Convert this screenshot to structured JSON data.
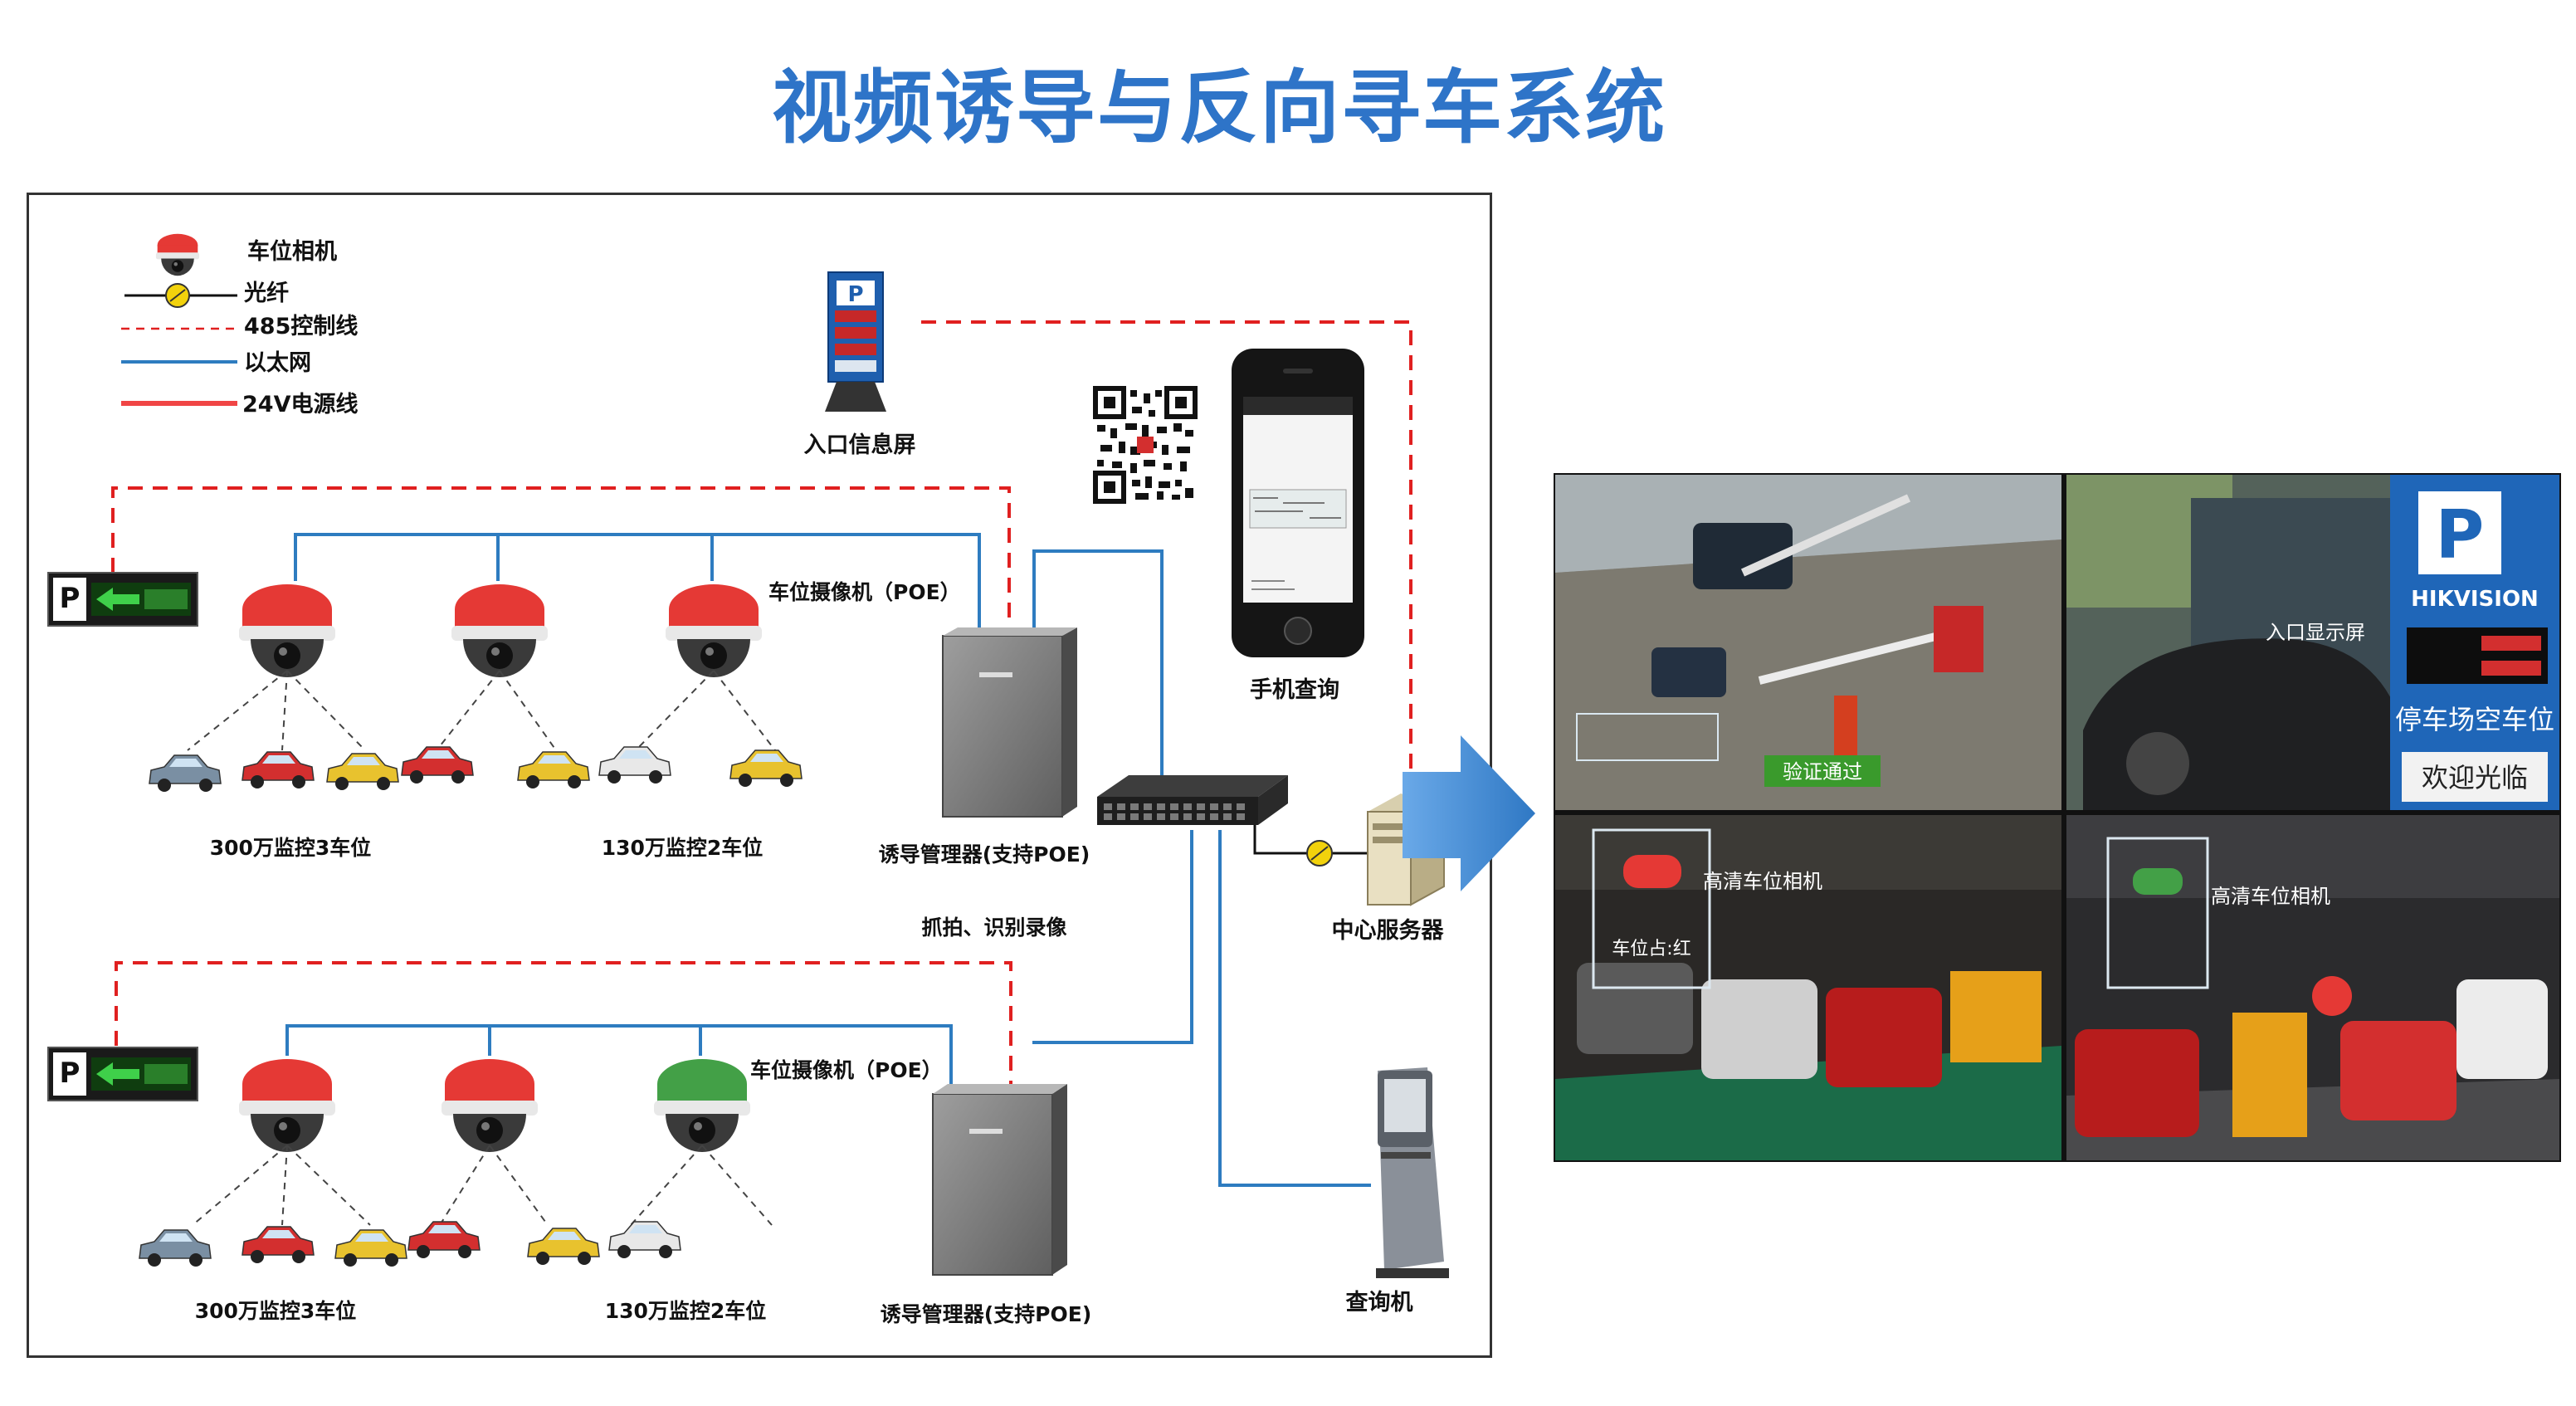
{
  "title": "视频诱导与反向寻车系统",
  "legend": {
    "camera": "车位相机",
    "fiber": "光纤",
    "rs485": "485控制线",
    "ethernet": "以太网",
    "power24v": "24V电源线"
  },
  "nodes": {
    "entrance_screen": "入口信息屏",
    "phone_query": "手机查询",
    "camera_poe_top": "车位摄像机（POE）",
    "camera_poe_bottom": "车位摄像机（POE）",
    "cam3mp_top": "300万监控3车位",
    "cam13mp_top": "130万监控2车位",
    "manager_top": "诱导管理器(支持POE)",
    "capture_note": "抓拍、识别录像",
    "server": "中心服务器",
    "cam3mp_bottom": "300万监控3车位",
    "cam13mp_bottom": "130万监控2车位",
    "manager_bottom": "诱导管理器(支持POE)",
    "kiosk": "查询机"
  },
  "photos": {
    "gate_overlay": "验证通过",
    "sign_brand": "HIKVISION",
    "sign_line1": "停车场空车位",
    "sign_line2": "欢迎光临",
    "sign_small": "入口显示屏",
    "cam_label_left": "高清车位相机",
    "cam_label_right": "高清车位相机",
    "slot_text": "车位占:红"
  },
  "colors": {
    "title": "#2e74c8",
    "ethernet": "#2e7cc0",
    "rs485": "#e02020",
    "arrow": "#4a8fd6",
    "camera_red": "#e53935",
    "camera_green": "#43a047"
  }
}
